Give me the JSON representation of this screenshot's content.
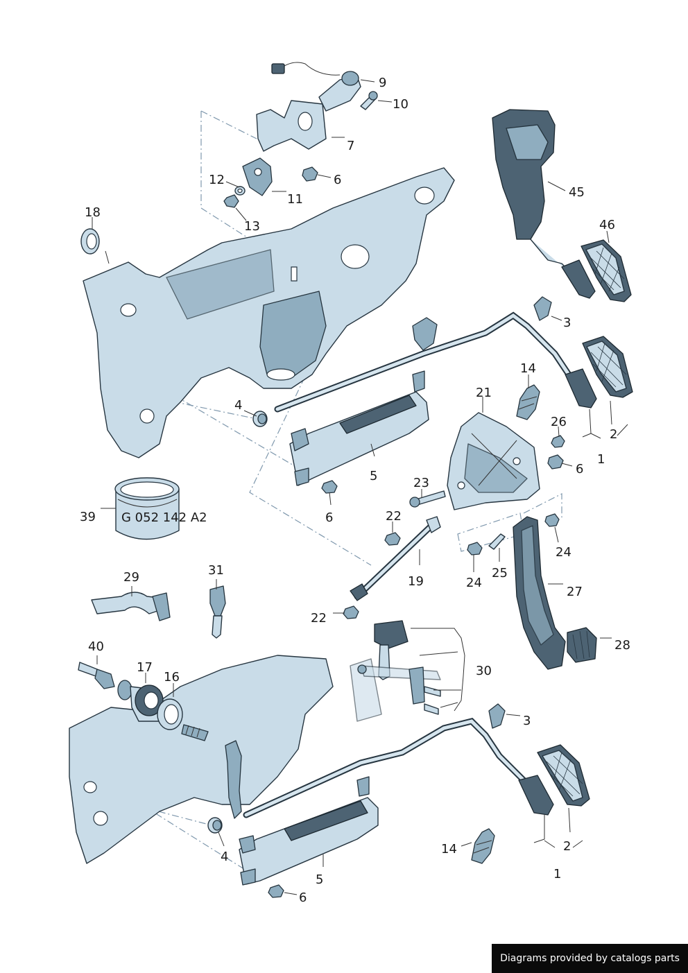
{
  "callouts": [
    {
      "id": "c9",
      "text": "9"
    },
    {
      "id": "c10",
      "text": "10"
    },
    {
      "id": "c7",
      "text": "7"
    },
    {
      "id": "c6a",
      "text": "6"
    },
    {
      "id": "c12",
      "text": "12"
    },
    {
      "id": "c11",
      "text": "11"
    },
    {
      "id": "c13",
      "text": "13"
    },
    {
      "id": "c18",
      "text": "18"
    },
    {
      "id": "c45",
      "text": "45"
    },
    {
      "id": "c46",
      "text": "46"
    },
    {
      "id": "c3a",
      "text": "3"
    },
    {
      "id": "c14a",
      "text": "14"
    },
    {
      "id": "c21",
      "text": "21"
    },
    {
      "id": "c26",
      "text": "26"
    },
    {
      "id": "c2a",
      "text": "2"
    },
    {
      "id": "c1a",
      "text": "1"
    },
    {
      "id": "c6b",
      "text": "6"
    },
    {
      "id": "c4a",
      "text": "4"
    },
    {
      "id": "c5a",
      "text": "5"
    },
    {
      "id": "c6c",
      "text": "6"
    },
    {
      "id": "c23",
      "text": "23"
    },
    {
      "id": "c22a",
      "text": "22"
    },
    {
      "id": "c39",
      "text": "39"
    },
    {
      "id": "c24a",
      "text": "24"
    },
    {
      "id": "c24b",
      "text": "24"
    },
    {
      "id": "c25",
      "text": "25"
    },
    {
      "id": "c19",
      "text": "19"
    },
    {
      "id": "c27",
      "text": "27"
    },
    {
      "id": "c29",
      "text": "29"
    },
    {
      "id": "c31",
      "text": "31"
    },
    {
      "id": "c22b",
      "text": "22"
    },
    {
      "id": "c28",
      "text": "28"
    },
    {
      "id": "c40",
      "text": "40"
    },
    {
      "id": "c17",
      "text": "17"
    },
    {
      "id": "c16",
      "text": "16"
    },
    {
      "id": "c30",
      "text": "30"
    },
    {
      "id": "c3b",
      "text": "3"
    },
    {
      "id": "c14b",
      "text": "14"
    },
    {
      "id": "c2b",
      "text": "2"
    },
    {
      "id": "c4b",
      "text": "4"
    },
    {
      "id": "c5b",
      "text": "5"
    },
    {
      "id": "c1b",
      "text": "1"
    },
    {
      "id": "c6d",
      "text": "6"
    }
  ],
  "part_marking": "G 052 142 A2",
  "footer": {
    "text": "Diagrams provided by catalogs parts"
  }
}
